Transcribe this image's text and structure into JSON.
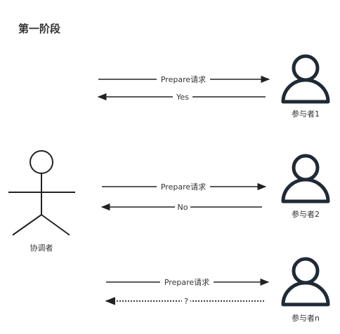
{
  "diagram": {
    "title": "第一阶段",
    "coordinator": {
      "label": "协调者"
    },
    "participants": [
      {
        "label": "参与者1"
      },
      {
        "label": "参与者2"
      },
      {
        "label": "参与者n"
      }
    ],
    "messages": [
      {
        "text": "Prepare请求",
        "direction": "to-participant",
        "style": "solid"
      },
      {
        "text": "Yes",
        "direction": "to-coordinator",
        "style": "solid"
      },
      {
        "text": "Prepare请求",
        "direction": "to-participant",
        "style": "solid"
      },
      {
        "text": "No",
        "direction": "to-coordinator",
        "style": "solid"
      },
      {
        "text": "Prepare请求",
        "direction": "to-participant",
        "style": "solid"
      },
      {
        "text": "?",
        "direction": "to-coordinator",
        "style": "dotted"
      }
    ],
    "colors": {
      "line": "#222222",
      "participant": "#1f2a36"
    }
  }
}
